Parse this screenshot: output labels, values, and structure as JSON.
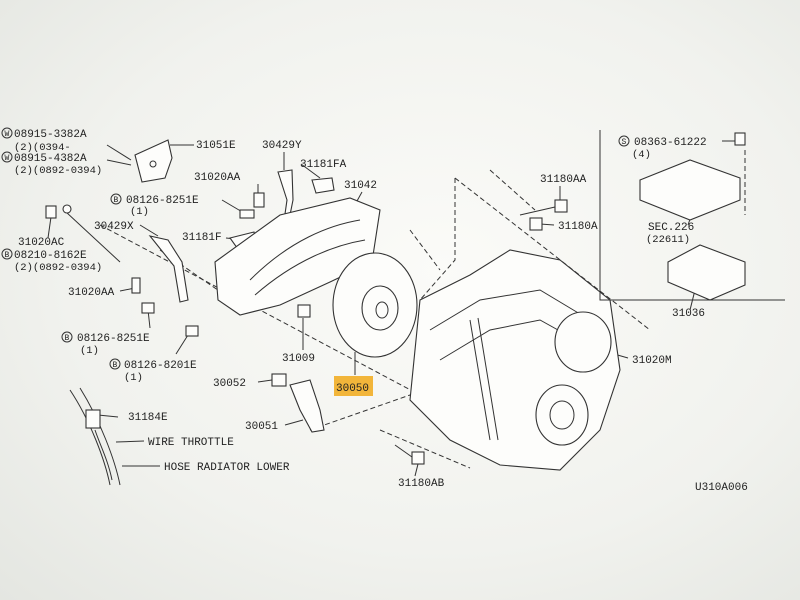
{
  "callouts": {
    "p08915_3382a": "08915-3382A",
    "p08915_3382a_qty": "(2)(0394-",
    "p08915_4382a": "08915-4382A",
    "p08915_4382a_qty": "(2)(0892-0394)",
    "p31020ac": "31020AC",
    "p08210_8162e": "08210-8162E",
    "p08210_8162e_qty": "(2)(0892-0394)",
    "p31051e": "31051E",
    "p30429y": "30429Y",
    "p31181fa": "31181FA",
    "p31020aa": "31020AA",
    "p08126_8251e_a": "08126-8251E",
    "p08126_8251e_a_qty": "(1)",
    "p31042": "31042",
    "p30429x": "30429X",
    "p31181f": "31181F",
    "p31020aa_b": "31020AA",
    "p08126_8251e_b": "08126-8251E",
    "p08126_8251e_b_qty": "(1)",
    "p08126_8201e": "08126-8201E",
    "p08126_8201e_qty": "(1)",
    "p31009": "31009",
    "p30050": "30050",
    "p30052": "30052",
    "p30051": "30051",
    "p31184e": "31184E",
    "wire_throttle": "WIRE THROTTLE",
    "hose_radiator_lower": "HOSE RADIATOR LOWER",
    "p31180aa": "31180AA",
    "p31180a": "31180A",
    "p31020m": "31020M",
    "p31180ab": "31180AB",
    "p08363_61222": "08363-61222",
    "p08363_61222_qty": "(4)",
    "sec226": "SEC.226",
    "sec226_ref": "(22611)",
    "p31036": "31036",
    "drawing_id": "U310A006"
  },
  "markers": {
    "w": "W",
    "b": "B",
    "s": "S"
  },
  "colors": {
    "highlight": "#f2b53a",
    "ink": "#222222",
    "background": "#f4f5f1"
  }
}
